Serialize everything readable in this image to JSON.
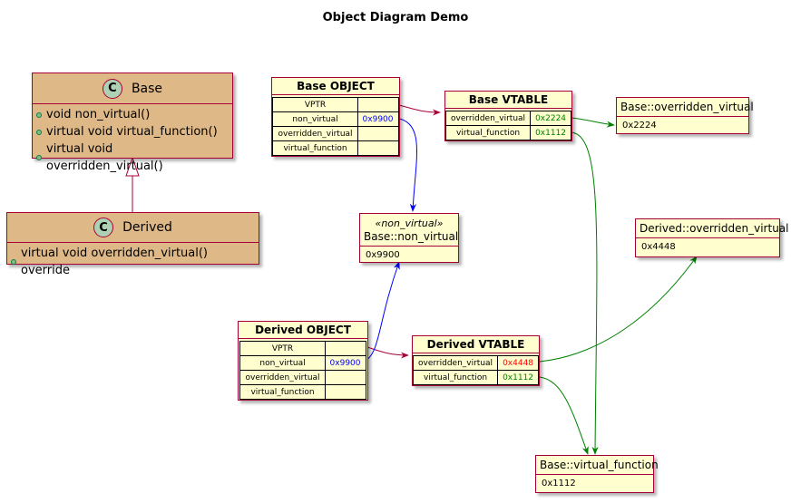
{
  "title": "Object Diagram Demo",
  "classes": {
    "base": {
      "badge": "C",
      "name": "Base",
      "members": [
        "void non_virtual()",
        "virtual void virtual_function()",
        "virtual void overridden_virtual()"
      ]
    },
    "derived": {
      "badge": "C",
      "name": "Derived",
      "members": [
        "virtual void overridden_virtual() override"
      ]
    }
  },
  "base_object": {
    "title": "Base OBJECT",
    "rows": [
      {
        "key": "VPTR",
        "value": ""
      },
      {
        "key": "non_virtual",
        "value": "0x9900"
      },
      {
        "key": "overridden_virtual",
        "value": ""
      },
      {
        "key": "virtual_function",
        "value": ""
      }
    ]
  },
  "base_vtable": {
    "title": "Base VTABLE",
    "rows": [
      {
        "key": "overridden_virtual",
        "value": "0x2224"
      },
      {
        "key": "virtual_function",
        "value": "0x1112"
      }
    ]
  },
  "derived_object": {
    "title": "Derived OBJECT",
    "rows": [
      {
        "key": "VPTR",
        "value": ""
      },
      {
        "key": "non_virtual",
        "value": "0x9900"
      },
      {
        "key": "overridden_virtual",
        "value": ""
      },
      {
        "key": "virtual_function",
        "value": ""
      }
    ]
  },
  "derived_vtable": {
    "title": "Derived VTABLE",
    "rows": [
      {
        "key": "overridden_virtual",
        "value": "0x4448"
      },
      {
        "key": "virtual_function",
        "value": "0x1112"
      }
    ]
  },
  "functions": {
    "base_overridden": {
      "name": "Base::overridden_virtual",
      "address": "0x2224"
    },
    "non_virtual": {
      "stereotype": "«non_virtual»",
      "name": "Base::non_virtual",
      "address": "0x9900"
    },
    "derived_overridden": {
      "name": "Derived::overridden_virtual",
      "address": "0x4448"
    },
    "virtual_function": {
      "name": "Base::virtual_function",
      "address": "0x1112"
    }
  },
  "colors": {
    "border": "#A80036",
    "class_fill": "#DEB887",
    "object_fill": "#FEFECE",
    "pointer_blue": "#0000FF",
    "vtable_green": "#008000",
    "override_red": "#FF0000"
  }
}
